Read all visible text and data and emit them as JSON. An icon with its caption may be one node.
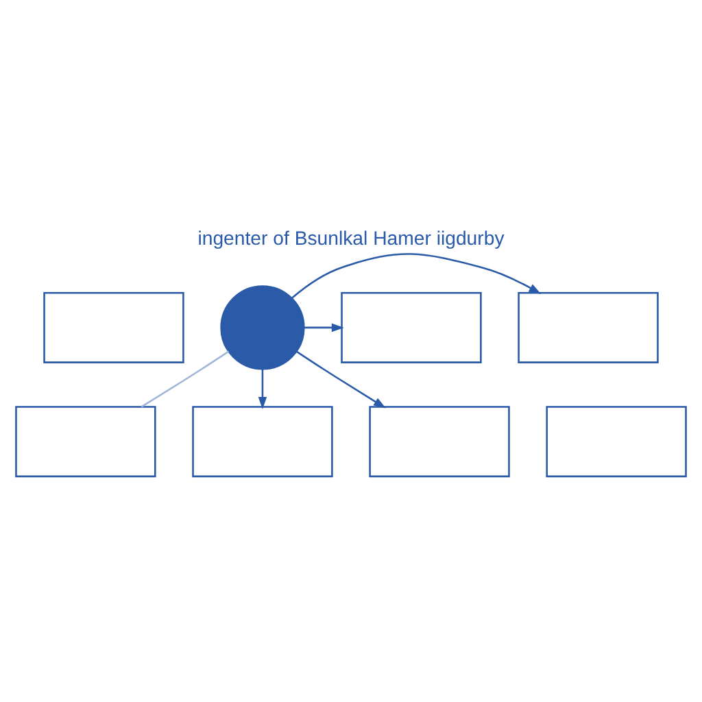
{
  "diagram": {
    "title": "ingenter of Bsunlkal Hamer iigdurby",
    "nodes": [
      {
        "text": [],
        "shape": "box"
      },
      {
        "text": [],
        "shape": "box"
      },
      {
        "text": [],
        "shape": "box"
      },
      {
        "text": [],
        "shape": "circle"
      },
      {
        "text": [],
        "shape": "box"
      },
      {
        "text": [],
        "shape": "box"
      },
      {
        "text": [],
        "shape": "box"
      },
      {
        "text": [],
        "shape": "box"
      }
    ],
    "edges": [
      {
        "from": 3,
        "to": 1,
        "arrow": "to"
      },
      {
        "from": 3,
        "to": 2,
        "arrow": "to"
      },
      {
        "from": 3,
        "to": 4,
        "arrow": "none",
        "color": "#9fb6d8"
      },
      {
        "from": 3,
        "to": 6,
        "arrow": "to"
      },
      {
        "from": 3,
        "to": 7,
        "arrow": "to"
      }
    ]
  }
}
